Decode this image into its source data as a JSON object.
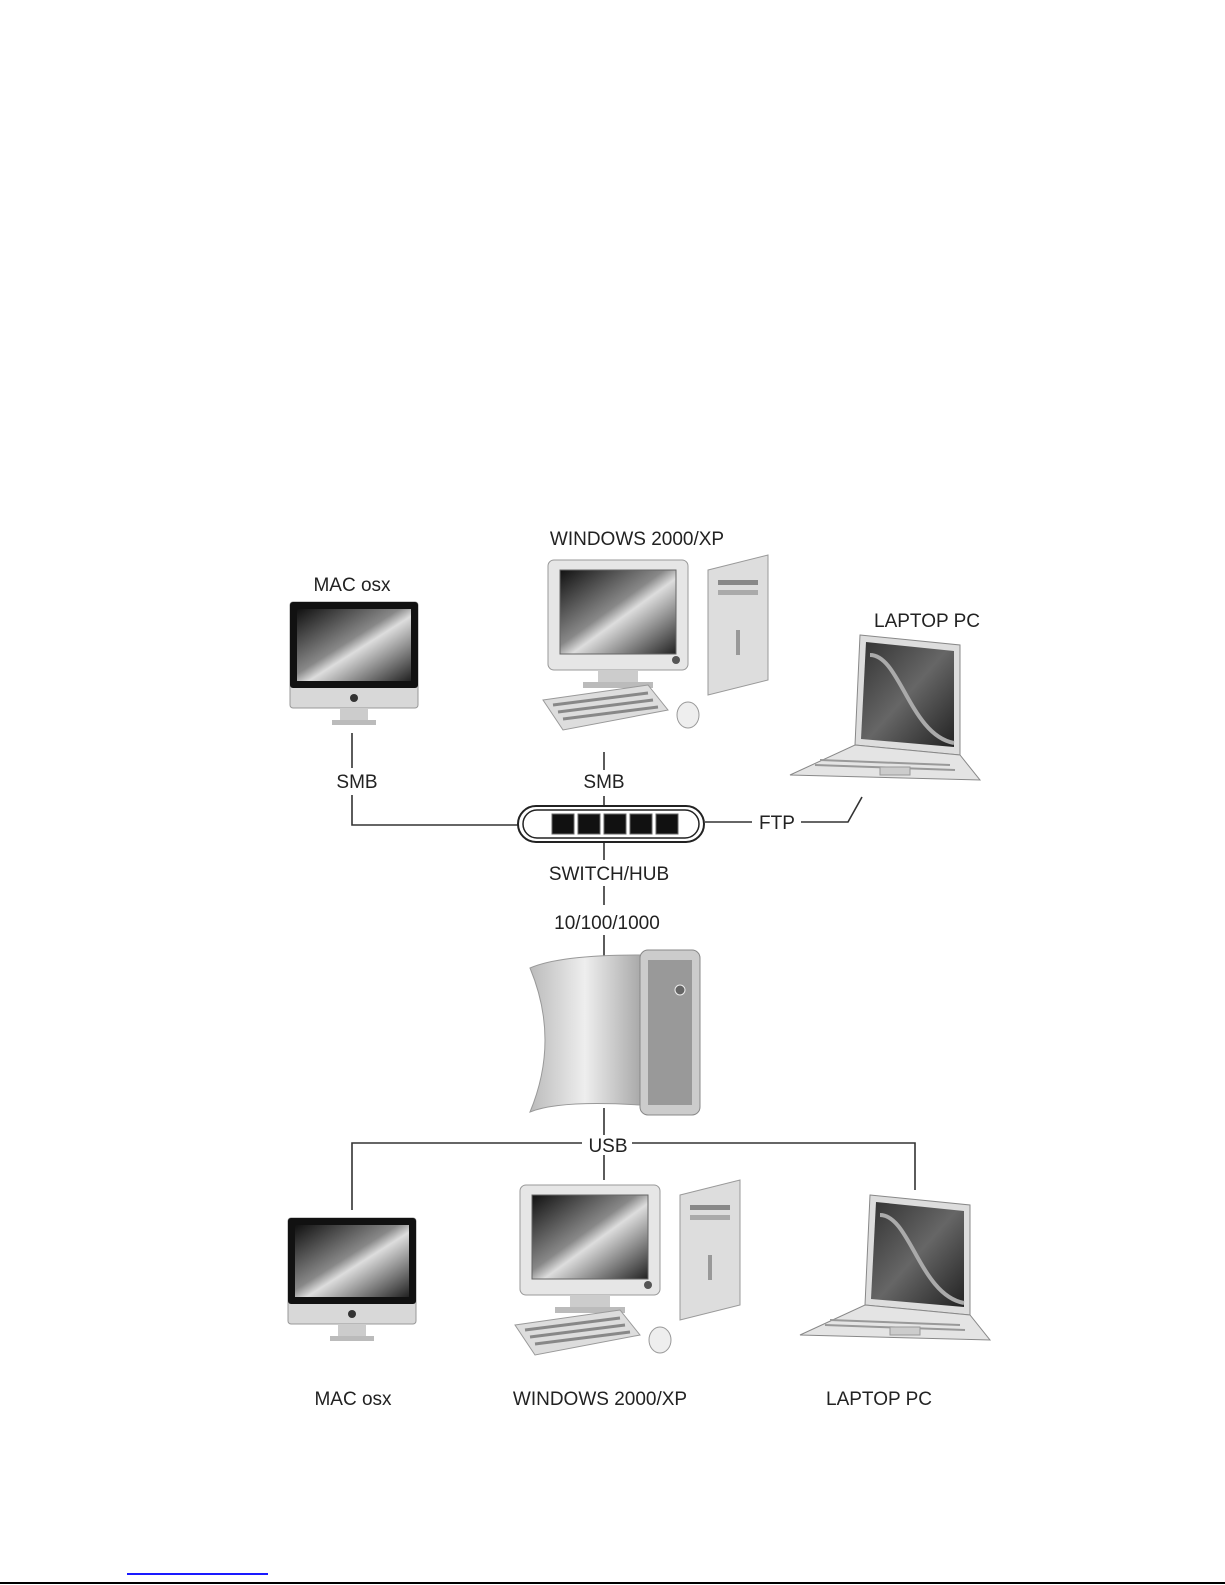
{
  "diagram": {
    "top": {
      "windows_label": "WINDOWS 2000/XP",
      "mac_label": "MAC osx",
      "laptop_label": "LAPTOP PC",
      "mac_protocol": "SMB",
      "windows_protocol": "SMB",
      "laptop_protocol": "FTP"
    },
    "switch_label": "SWITCH/HUB",
    "speed_label": "10/100/1000",
    "usb_label": "USB",
    "bottom": {
      "mac_label": "MAC osx",
      "windows_label": "WINDOWS 2000/XP",
      "laptop_label": "LAPTOP PC"
    }
  }
}
